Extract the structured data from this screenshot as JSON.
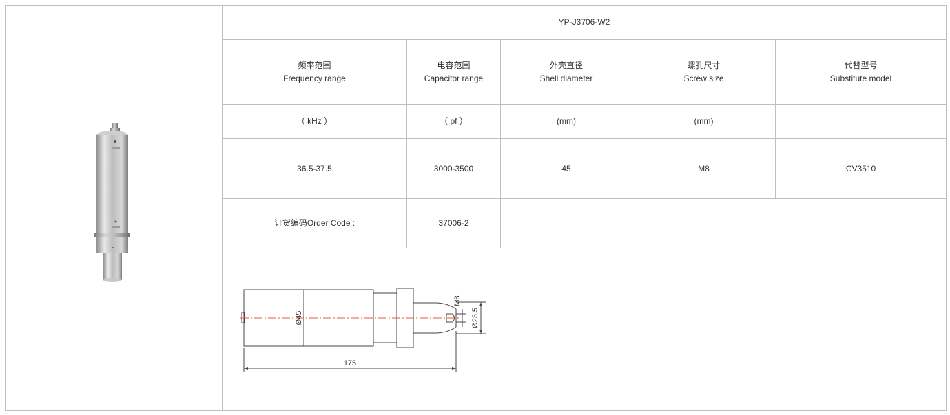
{
  "model": "YP-J3706-W2",
  "headers": [
    {
      "zh": "频率范围",
      "en": "Frequency range"
    },
    {
      "zh": "电容范围",
      "en": "Capacitor range"
    },
    {
      "zh": "外壳直径",
      "en": "Shell diameter"
    },
    {
      "zh": "螺孔尺寸",
      "en": "Screw size"
    },
    {
      "zh": "代替型号",
      "en": "Substitute model"
    }
  ],
  "units": [
    "（ kHz ）",
    "（ pf ）",
    "(mm)",
    "(mm)",
    ""
  ],
  "values": [
    "36.5-37.5",
    "3000-3500",
    "45",
    "M8",
    "CV3510"
  ],
  "order": {
    "label": "订货编码Order Code :",
    "code": "37006-2"
  },
  "drawing": {
    "diameter_label": "Ø45",
    "bore_label": "Ø23.5",
    "thread_label": "M8",
    "length_label": "175"
  },
  "colors": {
    "border": "#bfbfbf",
    "centerline": "#e8553a",
    "outline": "#444444"
  }
}
